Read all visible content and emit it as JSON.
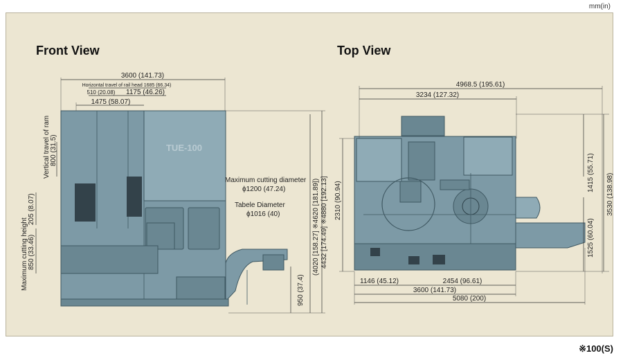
{
  "units": "mm(in)",
  "footnote": "※100(S)",
  "front_view": {
    "title": "Front View",
    "machine_label": "TUE-100",
    "dims": {
      "width": "3600 (141.73)",
      "rail_travel": "Horizontal travel of rail head 1685 (66.34)",
      "d510": "510 (20.08)",
      "d1175": "1175 (46.26)",
      "d1475": "1475 (58.07)",
      "ram_travel_label": "Vertical travel of ram",
      "ram_travel_value": "800 (31.5)",
      "d205": "205 (8.07)",
      "d850": "850 (33.46)",
      "max_height_label": "Maximum cutting height",
      "d950": "950 (37.4)",
      "h1": "(4020 [158.27]  ※4620 [181.89])",
      "h2": "4432 [174.49]  ※4880 [192.13]"
    },
    "annotations": {
      "max_dia_label": "Maximum cutting diameter",
      "max_dia_value": "ϕ1200 (47.24)",
      "table_dia_label": "Tabele Diameter",
      "table_dia_value": "ϕ1016 (40)"
    }
  },
  "top_view": {
    "title": "Top View",
    "dims": {
      "d4968": "4968.5 (195.61)",
      "d3234": "3234 (127.32)",
      "d2310": "2310 (90.94)",
      "d1415": "1415 (55.71)",
      "d3530": "3530 (138.98)",
      "d1525": "1525 (60.04)",
      "d1146": "1146 (45.12)",
      "d2454": "2454 (96.61)",
      "d3600": "3600 (141.73)",
      "d5080": "5080 (200)"
    }
  }
}
